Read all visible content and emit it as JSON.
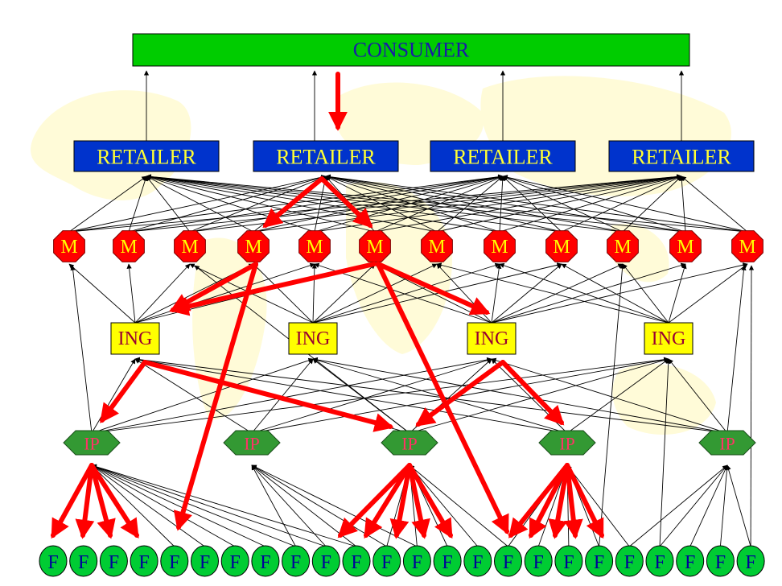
{
  "colors": {
    "consumer_fill": "#00cc00",
    "consumer_text": "#1a1aa6",
    "retailer_fill": "#0033cc",
    "retailer_text": "#ffff33",
    "m_fill": "#ff0000",
    "m_text": "#ffff00",
    "ing_fill": "#ffff00",
    "ing_text": "#990033",
    "ip_fill": "#339933",
    "ip_text": "#ff3366",
    "f_fill": "#00cc33",
    "f_text": "#000099",
    "flow_arrow": "#ff0000",
    "link_line": "#000000",
    "background_map": "#fffbd8"
  },
  "consumer": {
    "label": "CONSUMER"
  },
  "retailers": [
    {
      "label": "RETAILER"
    },
    {
      "label": "RETAILER"
    },
    {
      "label": "RETAILER"
    },
    {
      "label": "RETAILER"
    }
  ],
  "manufacturers": [
    {
      "label": "M"
    },
    {
      "label": "M"
    },
    {
      "label": "M"
    },
    {
      "label": "M"
    },
    {
      "label": "M"
    },
    {
      "label": "M"
    },
    {
      "label": "M"
    },
    {
      "label": "M"
    },
    {
      "label": "M"
    },
    {
      "label": "M"
    },
    {
      "label": "M"
    },
    {
      "label": "M"
    }
  ],
  "ingredients": [
    {
      "label": "ING"
    },
    {
      "label": "ING"
    },
    {
      "label": "ING"
    },
    {
      "label": "ING"
    }
  ],
  "processors": [
    {
      "label": "IP"
    },
    {
      "label": "IP"
    },
    {
      "label": "IP"
    },
    {
      "label": "IP"
    },
    {
      "label": "IP"
    }
  ],
  "farms": [
    {
      "label": "F"
    },
    {
      "label": "F"
    },
    {
      "label": "F"
    },
    {
      "label": "F"
    },
    {
      "label": "F"
    },
    {
      "label": "F"
    },
    {
      "label": "F"
    },
    {
      "label": "F"
    },
    {
      "label": "F"
    },
    {
      "label": "F"
    },
    {
      "label": "F"
    },
    {
      "label": "F"
    },
    {
      "label": "F"
    },
    {
      "label": "F"
    },
    {
      "label": "F"
    },
    {
      "label": "F"
    },
    {
      "label": "F"
    },
    {
      "label": "F"
    },
    {
      "label": "F"
    },
    {
      "label": "F"
    },
    {
      "label": "F"
    },
    {
      "label": "F"
    },
    {
      "label": "F"
    },
    {
      "label": "F"
    }
  ]
}
